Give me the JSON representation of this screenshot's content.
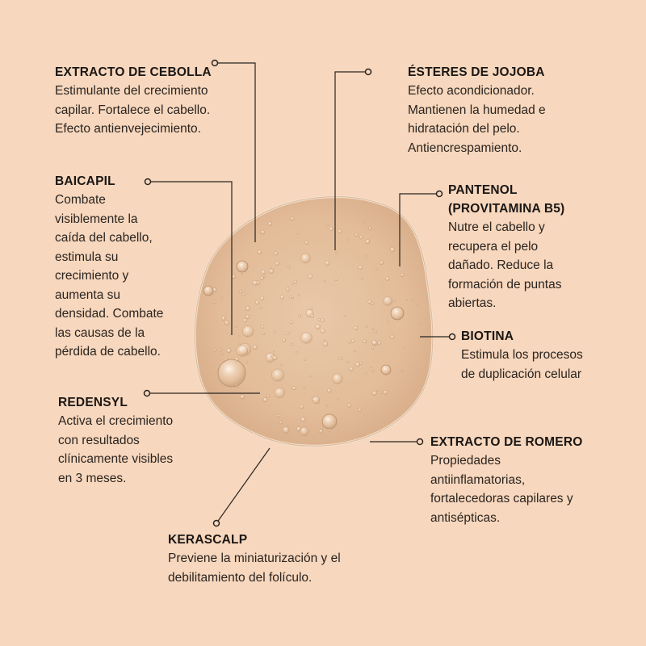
{
  "colors": {
    "background": "#f7d7bd",
    "text": "#1e1a17",
    "gel": "#e6c1a0",
    "line": "#2a2420"
  },
  "ingredients": [
    {
      "id": "cebolla",
      "title_lines": [
        "EXTRACTO DE CEBOLLA"
      ],
      "desc_lines": [
        "Estimulante del crecimiento",
        "capilar. Fortalece el cabello.",
        "Efecto antienvejecimiento."
      ]
    },
    {
      "id": "jojoba",
      "title_lines": [
        "ÉSTERES DE JOJOBA"
      ],
      "desc_lines": [
        "Efecto acondicionador.",
        "Mantienen la humedad e",
        "hidratación del pelo.",
        "Antiencrespamiento."
      ]
    },
    {
      "id": "baicapil",
      "title_lines": [
        "BAICAPIL"
      ],
      "desc_lines": [
        "Combate",
        "visiblemente la",
        "caída del cabello,",
        "estimula su",
        "crecimiento y",
        "aumenta su",
        "densidad. Combate",
        "las causas de la",
        "pérdida de cabello."
      ]
    },
    {
      "id": "pantenol",
      "title_lines": [
        "PANTENOL",
        "(PROVITAMINA B5)"
      ],
      "desc_lines": [
        "Nutre el cabello y",
        "recupera el pelo",
        "dañado. Reduce la",
        "formación de puntas",
        "abiertas."
      ]
    },
    {
      "id": "biotina",
      "title_lines": [
        "BIOTINA"
      ],
      "desc_lines": [
        "Estimula los procesos",
        "de duplicación celular"
      ]
    },
    {
      "id": "redensyl",
      "title_lines": [
        "REDENSYL"
      ],
      "desc_lines": [
        "Activa el crecimiento",
        "con resultados",
        "clínicamente visibles",
        "en 3 meses."
      ]
    },
    {
      "id": "romero",
      "title_lines": [
        "EXTRACTO DE ROMERO"
      ],
      "desc_lines": [
        "Propiedades",
        "antiinflamatorias,",
        "fortalecedoras capilares y",
        "antisépticas."
      ]
    },
    {
      "id": "kerascalp",
      "title_lines": [
        "KERASCALP"
      ],
      "desc_lines": [
        "Previene la miniaturización y el",
        "debilitamiento del folículo."
      ]
    }
  ]
}
